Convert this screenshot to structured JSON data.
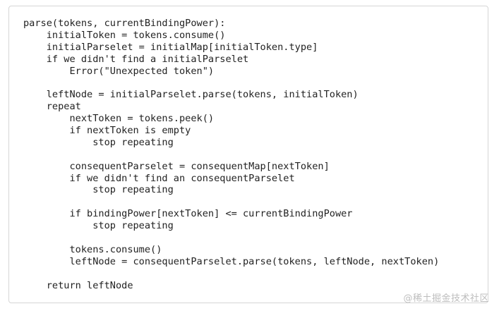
{
  "code": {
    "lines": [
      "parse(tokens, currentBindingPower):",
      "    initialToken = tokens.consume()",
      "    initialParselet = initialMap[initialToken.type]",
      "    if we didn't find a initialParselet",
      "        Error(\"Unexpected token\")",
      "",
      "    leftNode = initialParselet.parse(tokens, initialToken)",
      "    repeat",
      "        nextToken = tokens.peek()",
      "        if nextToken is empty",
      "            stop repeating",
      "",
      "        consequentParselet = consequentMap[nextToken]",
      "        if we didn't find an consequentParselet",
      "            stop repeating",
      "",
      "        if bindingPower[nextToken] <= currentBindingPower",
      "            stop repeating",
      "",
      "        tokens.consume()",
      "        leftNode = consequentParselet.parse(tokens, leftNode, nextToken)",
      "",
      "    return leftNode"
    ]
  },
  "watermark": {
    "text": "@稀土掘金技术社区"
  },
  "colors": {
    "text": "#222222",
    "border": "#d6d6d6",
    "watermark": "#bdbdbd"
  }
}
